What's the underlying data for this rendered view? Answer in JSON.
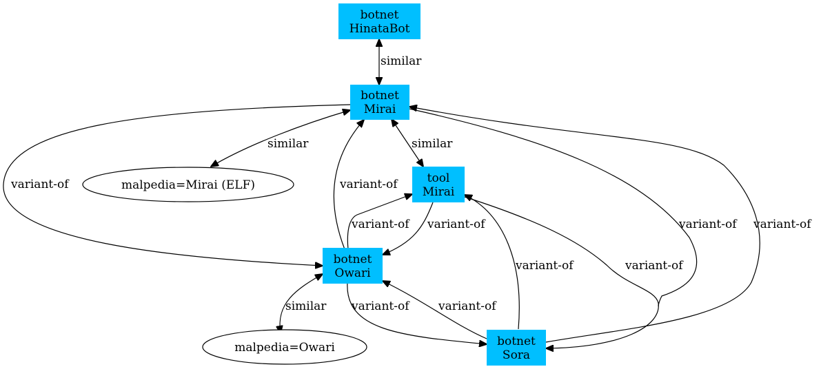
{
  "colors": {
    "node_fill": "#00bfff",
    "stroke": "#000000",
    "background": "#ffffff"
  },
  "nodes": {
    "botnet_hinatabot": {
      "line1": "botnet",
      "line2": "HinataBot"
    },
    "botnet_mirai": {
      "line1": "botnet",
      "line2": "Mirai"
    },
    "tool_mirai": {
      "line1": "tool",
      "line2": "Mirai"
    },
    "botnet_owari": {
      "line1": "botnet",
      "line2": "Owari"
    },
    "botnet_sora": {
      "line1": "botnet",
      "line2": "Sora"
    },
    "malpedia_mirai": {
      "label": "malpedia=Mirai (ELF)"
    },
    "malpedia_owari": {
      "label": "malpedia=Owari"
    }
  },
  "edges": {
    "hinatabot_mirai": "similar",
    "mirai_malpedia": "similar",
    "mirai_tool": "similar",
    "owari_mirai": "variant-of",
    "mirai_owari": "variant-of",
    "owari_tool": "variant-of",
    "tool_owari": "variant-of",
    "owari_malpedia": "similar",
    "owari_sora": "variant-of",
    "sora_owari": "variant-of",
    "sora_tool": "variant-of",
    "tool_sora": "variant-of",
    "mirai_sora": "variant-of",
    "sora_mirai": "variant-of"
  }
}
